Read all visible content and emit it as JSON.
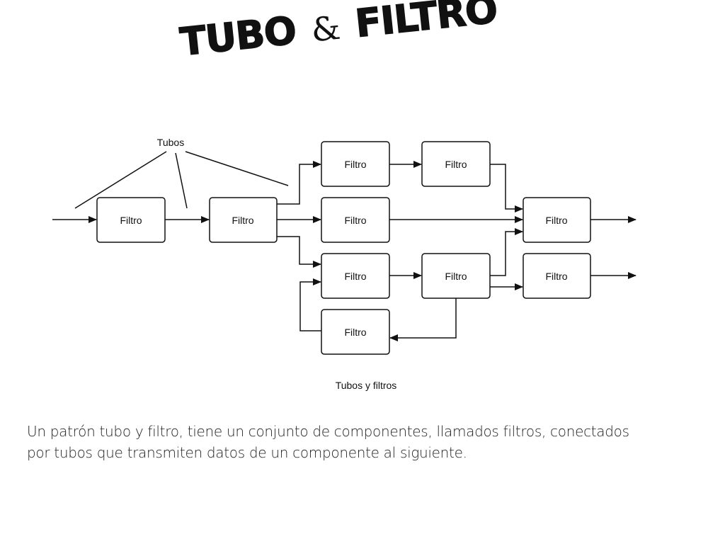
{
  "slide": {
    "title_word1": "Tubo",
    "title_amp": "&",
    "title_word2": "Filtro",
    "description_line1": "Un patrón tubo y filtro, tiene un conjunto de componentes, llamados filtros, conectados",
    "description_line2": "por tubos que transmiten datos de un componente al siguiente."
  },
  "diagram": {
    "pipes_label": "Tubos",
    "caption": "Tubos y filtros",
    "filters": [
      {
        "id": "f1",
        "label": "Filtro"
      },
      {
        "id": "f2",
        "label": "Filtro"
      },
      {
        "id": "f3",
        "label": "Filtro"
      },
      {
        "id": "f4",
        "label": "Filtro"
      },
      {
        "id": "f5",
        "label": "Filtro"
      },
      {
        "id": "f6",
        "label": "Filtro"
      },
      {
        "id": "f7",
        "label": "Filtro"
      },
      {
        "id": "f8",
        "label": "Filtro"
      },
      {
        "id": "f9",
        "label": "Filtro"
      },
      {
        "id": "f10",
        "label": "Filtro"
      }
    ],
    "colors": {
      "stroke": "#111111",
      "fill": "#ffffff"
    }
  }
}
